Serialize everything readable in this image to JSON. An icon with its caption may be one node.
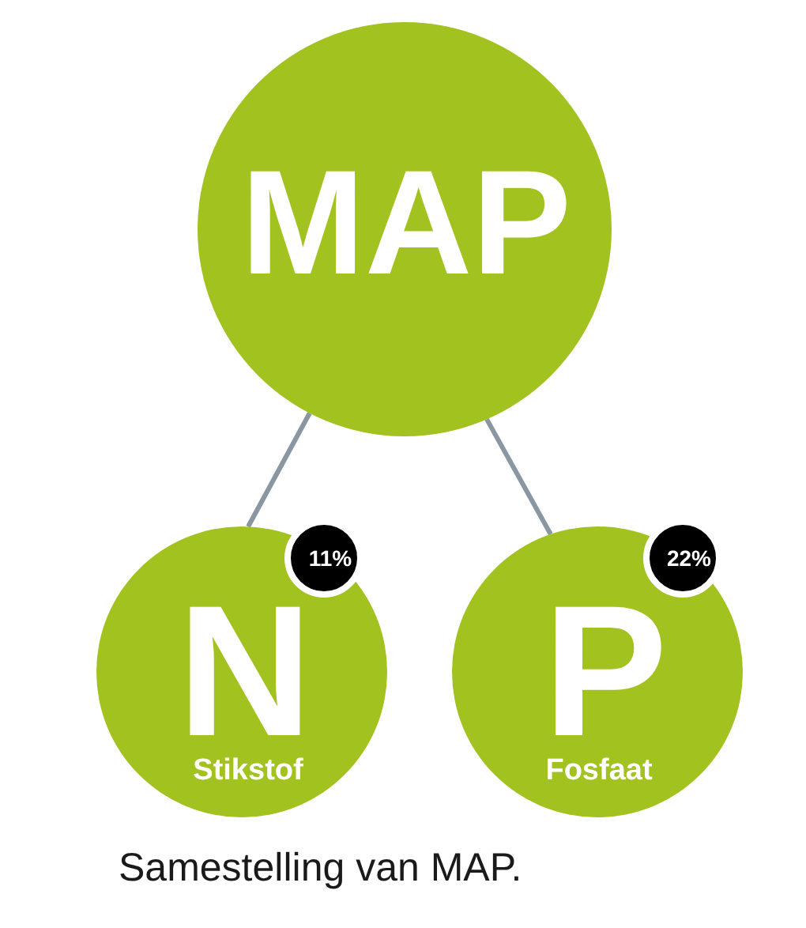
{
  "diagram": {
    "nodes": [
      {
        "text": [
          "MAP"
        ]
      },
      {
        "text": [
          "N",
          "Stikstof"
        ]
      },
      {
        "text": [
          "11%"
        ]
      },
      {
        "text": [
          "P",
          "Fosfaat"
        ]
      },
      {
        "text": [
          "22%"
        ]
      }
    ],
    "edges": [
      {
        "from": 0,
        "to": 1,
        "arrow": "none"
      },
      {
        "from": 0,
        "to": 3,
        "arrow": "none"
      }
    ],
    "caption": "Samestelling van MAP."
  }
}
